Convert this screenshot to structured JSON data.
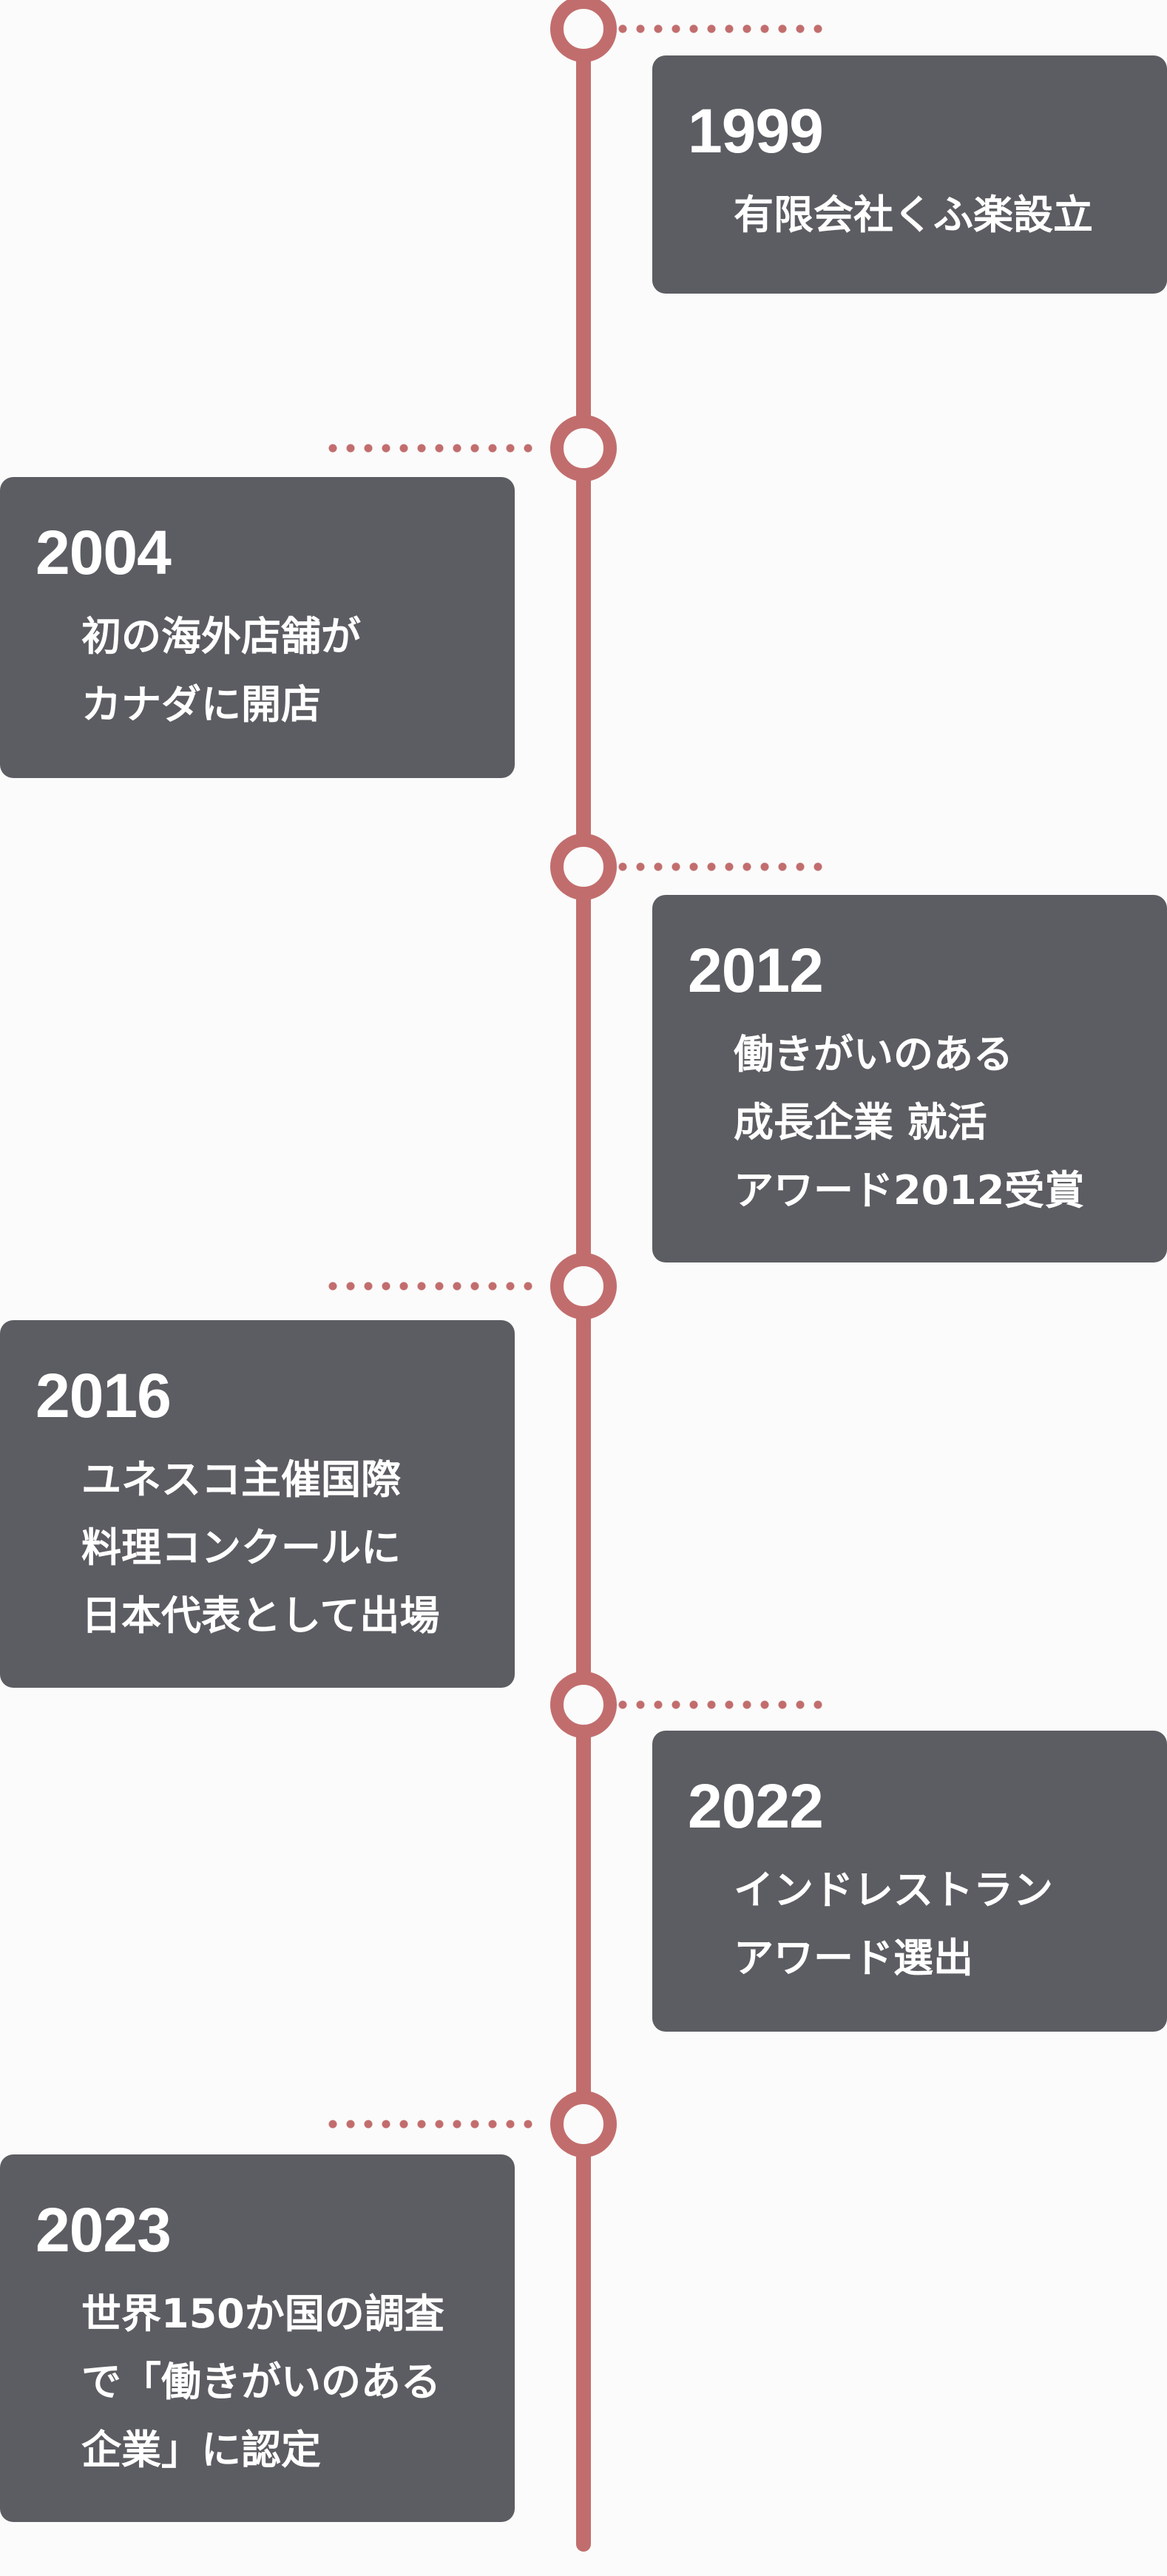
{
  "colors": {
    "accent": "#c26d6d",
    "card": "#5c5d62",
    "background": "#fbfbfb"
  },
  "events": [
    {
      "year": "1999",
      "text": "有限会社くふ楽設立"
    },
    {
      "year": "2004",
      "text": "初の海外店舗が\nカナダに開店"
    },
    {
      "year": "2012",
      "text": "働きがいのある\n成長企業 就活\nアワード2012受賞"
    },
    {
      "year": "2016",
      "text": "ユネスコ主催国際\n料理コンクールに\n日本代表として出場"
    },
    {
      "year": "2022",
      "text": "インドレストラン\nアワード選出"
    },
    {
      "year": "2023",
      "text": "世界150か国の調査\nで「働きがいのある\n企業」に認定"
    }
  ]
}
